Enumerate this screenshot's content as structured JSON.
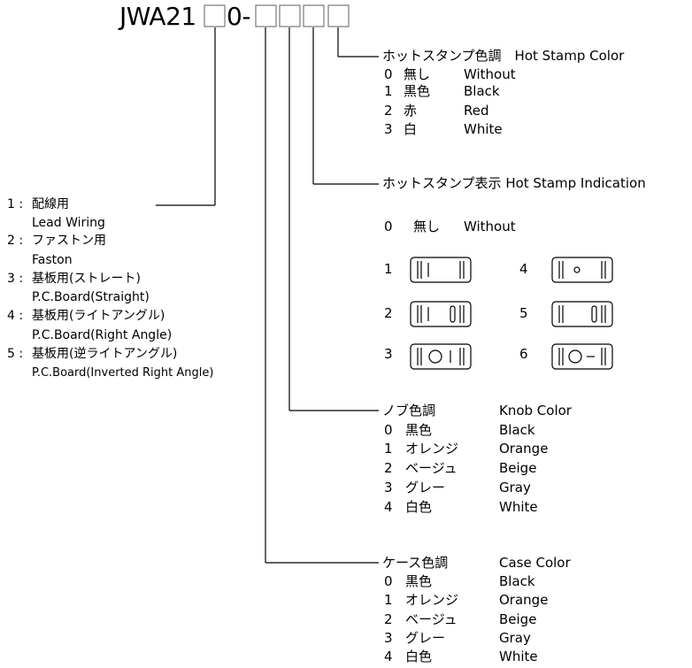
{
  "model": {
    "prefix": "JWA21",
    "middle": "0-"
  },
  "hot_stamp_color": {
    "title": "ホットスタンプ色調　Hot Stamp Color",
    "items": [
      {
        "code": "0",
        "jp": "無し",
        "en": "Without"
      },
      {
        "code": "1",
        "jp": "黒色",
        "en": "Black"
      },
      {
        "code": "2",
        "jp": "赤",
        "en": "Red"
      },
      {
        "code": "3",
        "jp": "白",
        "en": "White"
      }
    ]
  },
  "hot_stamp_indication": {
    "title": "ホットスタンプ表示 Hot Stamp Indication",
    "without": {
      "code": "0",
      "jp": "無し",
      "en": "Without"
    },
    "codes": [
      "1",
      "2",
      "3",
      "4",
      "5",
      "6"
    ]
  },
  "terminals": [
    {
      "code": "1",
      "jp": "配線用",
      "en": "Lead Wiring"
    },
    {
      "code": "2",
      "jp": "ファストン用",
      "en": "Faston"
    },
    {
      "code": "3",
      "jp": "基板用(ストレート)",
      "en": "P.C.Board(Straight)"
    },
    {
      "code": "4",
      "jp": "基板用(ライトアングル)",
      "en": "P.C.Board(Right Angle)"
    },
    {
      "code": "5",
      "jp": "基板用(逆ライトアングル)",
      "en": "P.C.Board(Inverted Right Angle)"
    }
  ],
  "knob_color": {
    "title_jp": "ノブ色調",
    "title_en": "Knob Color",
    "items": [
      {
        "code": "0",
        "jp": "黒色",
        "en": "Black"
      },
      {
        "code": "1",
        "jp": "オレンジ",
        "en": "Orange"
      },
      {
        "code": "2",
        "jp": "ベージュ",
        "en": "Beige"
      },
      {
        "code": "3",
        "jp": "グレー",
        "en": "Gray"
      },
      {
        "code": "4",
        "jp": "白色",
        "en": "White"
      }
    ]
  },
  "case_color": {
    "title_jp": "ケース色調",
    "title_en": "Case Color",
    "items": [
      {
        "code": "0",
        "jp": "黒色",
        "en": "Black"
      },
      {
        "code": "1",
        "jp": "オレンジ",
        "en": "Orange"
      },
      {
        "code": "2",
        "jp": "ベージュ",
        "en": "Beige"
      },
      {
        "code": "3",
        "jp": "グレー",
        "en": "Gray"
      },
      {
        "code": "4",
        "jp": "白色",
        "en": "White"
      }
    ]
  },
  "colors": {
    "line": "#000000",
    "box_outline": "#777777"
  }
}
